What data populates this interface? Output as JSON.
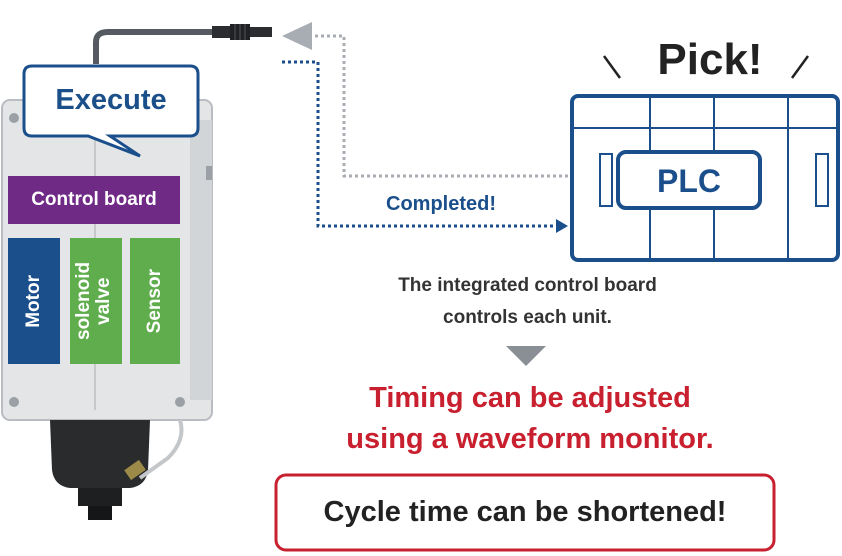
{
  "device": {
    "speech_bubble": "Execute",
    "control_board": "Control board",
    "units": [
      "Motor",
      "solenoid valve",
      "Sensor"
    ]
  },
  "plc": {
    "exclamation": "Pick!",
    "label": "PLC"
  },
  "signal": {
    "completed": "Completed!"
  },
  "description": {
    "line1": "The integrated control board",
    "line2": "controls each unit."
  },
  "result": {
    "line1": "Timing can be adjusted",
    "line2": "using a waveform monitor."
  },
  "conclusion": "Cycle time can be shortened!",
  "colors": {
    "navy": "#1b4f8c",
    "purple": "#6f2a86",
    "green": "#5fad4d",
    "red": "#c8202f",
    "gray_arrow": "#a8adb3"
  }
}
